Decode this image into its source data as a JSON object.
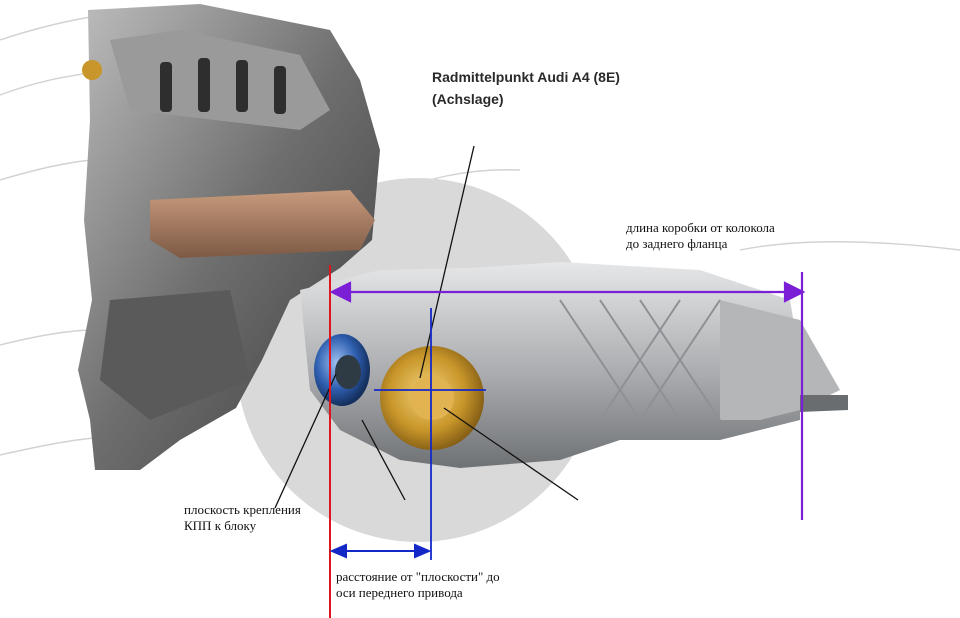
{
  "labels": {
    "wheel_center": {
      "line1": "Radmittelpunkt Audi A4 (8E)",
      "line2": "(Achslage)"
    },
    "gearbox_length": {
      "line1": "длина коробки от колокола",
      "line2": "до заднего фланца"
    },
    "mount_plane": {
      "line1": "плоскость крепления",
      "line2": "КПП к блоку"
    },
    "front_axle_distance": {
      "line1": "расстояние от \"плоскости\" до",
      "line2": "оси переднего привода"
    }
  },
  "colors": {
    "plane_line": "#e0141e",
    "gearbox_length_line": "#7a1fd6",
    "axle_distance_line": "#1428c8",
    "wheel_disc": "#d9d9d9",
    "engine_metal": "#8c8c8c",
    "gearbox_metal": "#c8cacc",
    "flange_gold": "#c8962a",
    "bell_blue": "#2f5fb0"
  }
}
